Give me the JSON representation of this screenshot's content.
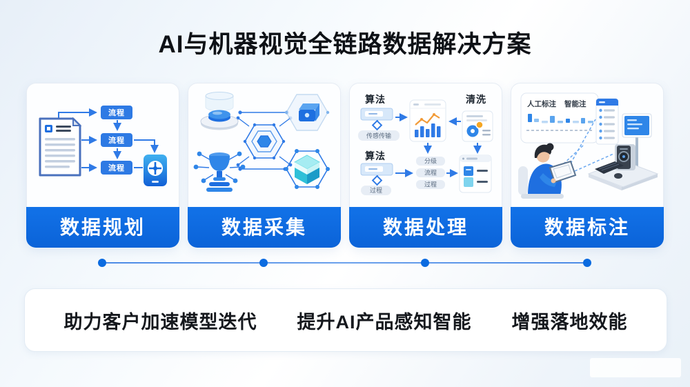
{
  "title": "AI与机器视觉全链路数据解决方案",
  "colors": {
    "primary_blue": "#0d6be0",
    "box_blue": "#2e7ae4",
    "arrow_blue": "#2f7ae6",
    "accent_orange": "#f29b38",
    "cyan": "#2fc0d8"
  },
  "cards": [
    {
      "label": "数据规划",
      "flow_boxes": [
        "流程",
        "流程",
        "流程"
      ]
    },
    {
      "label": "数据采集"
    },
    {
      "label": "数据处理",
      "algo_label_1": "算法",
      "algo_label_2": "算法",
      "clean_label": "清洗",
      "pill_transfer": "传感传输",
      "pill_process": "过程",
      "mid_pills": [
        "分级",
        "流程",
        "过程"
      ]
    },
    {
      "label": "数据标注",
      "panel_left": "人工标注",
      "panel_right": "智能注"
    }
  ],
  "benefits": {
    "items": [
      "助力客户加速模型迭代",
      "提升AI产品感知智能",
      "增强落地效能"
    ]
  }
}
